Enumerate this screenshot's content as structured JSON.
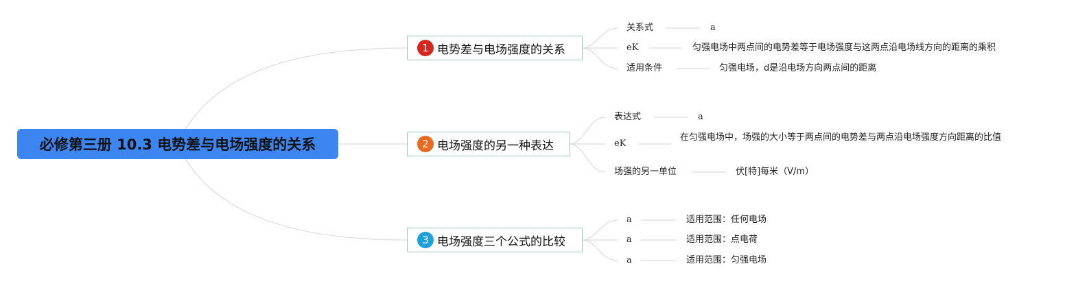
{
  "root": {
    "title": "必修第三册 10.3 电势差与电场强度的关系",
    "color": "#3d85f0"
  },
  "branches": [
    {
      "number": "1",
      "badge_color": "#d7261e",
      "title": "电势差与电场强度的关系",
      "items": [
        {
          "label": "关系式",
          "value": "a"
        },
        {
          "label": "eK",
          "value": "匀强电场中两点间的电势差等于电场强度与这两点沿电场线方向的距离的乘积"
        },
        {
          "label": "适用条件",
          "value": "匀强电场，d是沿电场方向两点间的距离"
        }
      ]
    },
    {
      "number": "2",
      "badge_color": "#ea6a1f",
      "title": "电场强度的另一种表达",
      "items": [
        {
          "label": "表达式",
          "value": "a"
        },
        {
          "label": "eK",
          "value": "在匀强电场中，场强的大小等于两点间的电势差与两点沿电场强度方向距离的比值"
        },
        {
          "label": "场强的另一单位",
          "value": "伏[特]每米（V/m）"
        }
      ]
    },
    {
      "number": "3",
      "badge_color": "#1ea0dc",
      "title": "电场强度三个公式的比较",
      "items": [
        {
          "label": "a",
          "value": "适用范围：任何电场"
        },
        {
          "label": "a",
          "value": "适用范围：点电荷"
        },
        {
          "label": "a",
          "value": "适用范围：匀强电场"
        }
      ]
    }
  ]
}
